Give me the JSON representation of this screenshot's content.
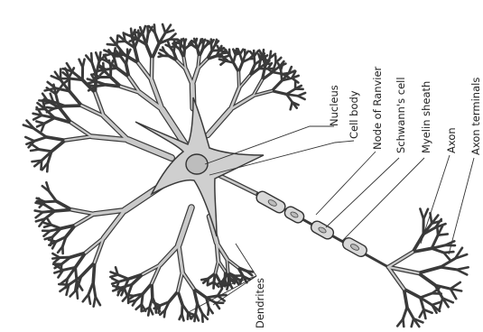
{
  "diagram": {
    "labels": {
      "nucleus": "Nucleus",
      "cell_body": "Cell body",
      "node_of_ranvier": "Node of Ranvier",
      "schwanns_cell": "Schwann's cell",
      "myelin_sheath": "Myelin sheath",
      "axon": "Axon",
      "axon_terminals": "Axon terminals",
      "dendrites": "Dendrites"
    },
    "colors": {
      "neuron_fill": "#c9c9c9",
      "neuron_stroke": "#3a3a3a",
      "text": "#222222"
    }
  }
}
